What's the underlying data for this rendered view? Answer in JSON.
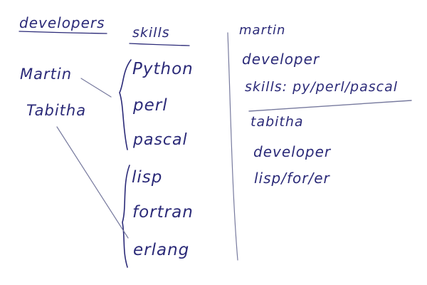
{
  "ink_color": "#2b2a78",
  "line_color": "#777a9e",
  "background": "#ffffff",
  "left_panel": {
    "developers_heading": "developers",
    "skills_heading": "skills",
    "developers": [
      "Martin",
      "Tabitha"
    ],
    "skills_group_1": [
      "Python",
      "perl",
      "pascal"
    ],
    "skills_group_2": [
      "lisp",
      "fortran",
      "erlang"
    ]
  },
  "right_panel": {
    "records": [
      {
        "name": "martin",
        "role": "developer",
        "skills": "skills: py/perl/pascal"
      },
      {
        "name": "tabitha",
        "role": "developer",
        "skills": "lisp/for/er"
      }
    ]
  }
}
